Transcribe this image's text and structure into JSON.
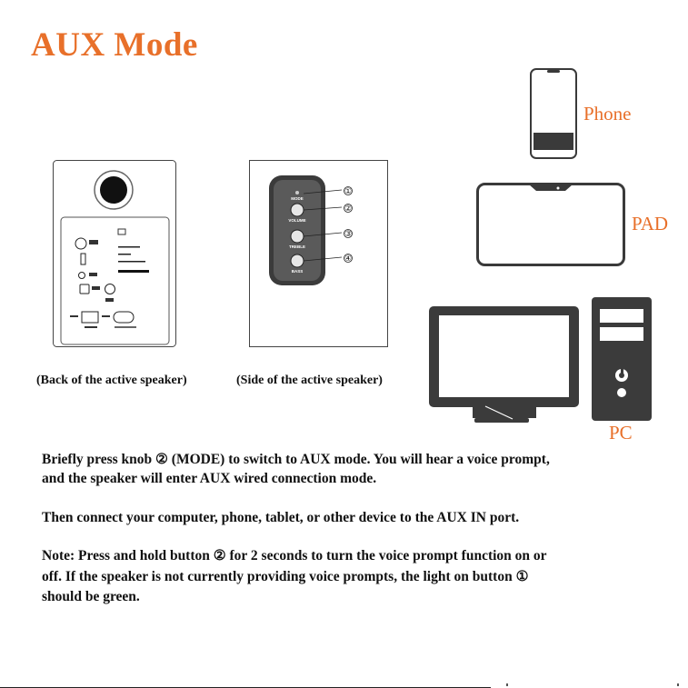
{
  "title": "AUX  Mode",
  "devices": {
    "phone": "Phone",
    "pad": "PAD",
    "pc": "PC"
  },
  "captions": {
    "back": "(Back of the active speaker)",
    "side": "(Side of the active speaker)"
  },
  "side_panel": {
    "mode": "MODE",
    "volume": "VOLUME",
    "treble": "TREBLE",
    "bass": "BASS",
    "callouts": [
      "①",
      "②",
      "③",
      "④"
    ]
  },
  "instructions": {
    "line1": "Briefly press knob ② (MODE) to switch to AUX mode. You will hear a voice prompt,",
    "line2": "and the speaker will enter AUX wired connection mode.",
    "line3": "Then connect your computer, phone, tablet, or other device to the AUX IN port.",
    "line4": "Note: Press and hold button ② for 2 seconds to turn the voice prompt function on or",
    "line5": "off. If the speaker is not currently providing voice prompts, the light on button ①",
    "line6": "should be green."
  },
  "colors": {
    "accent": "#e8702a",
    "text": "#111111",
    "device_dark": "#3a3a3a"
  }
}
